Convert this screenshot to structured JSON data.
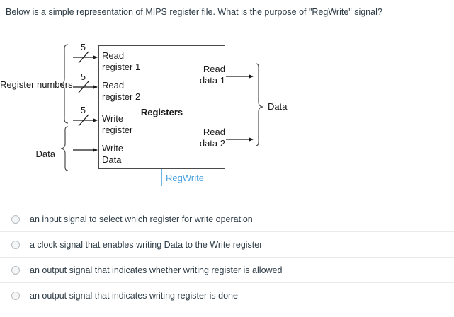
{
  "question": {
    "prompt": "Below is a simple representation of MIPS register file.  What is the purpose of \"RegWrite\" signal?"
  },
  "diagram": {
    "block_title": "Registers",
    "input_group_label": "Register numbers",
    "data_input_label": "Data",
    "output_group_label": "Data",
    "control_signal_label": "RegWrite",
    "control_signal_color": "#4aa3e0",
    "box_border_color": "#4a4a4a",
    "inputs": [
      {
        "label_line1": "Read",
        "label_line2": "register 1",
        "bus_width": "5"
      },
      {
        "label_line1": "Read",
        "label_line2": "register 2",
        "bus_width": "5"
      },
      {
        "label_line1": "Write",
        "label_line2": "register",
        "bus_width": "5"
      },
      {
        "label_line1": "Write",
        "label_line2": "Data",
        "bus_width": ""
      }
    ],
    "outputs": [
      {
        "label_line1": "Read",
        "label_line2": "data 1"
      },
      {
        "label_line1": "Read",
        "label_line2": "data 2"
      }
    ]
  },
  "answers": {
    "options": [
      {
        "label": "an input signal to select which register for write operation",
        "selected": false
      },
      {
        "label": "a clock signal that enables writing Data to the Write register",
        "selected": false
      },
      {
        "label": "an output signal that indicates whether writing register is allowed",
        "selected": false
      },
      {
        "label": "an output signal that indicates writing register is done",
        "selected": false
      }
    ]
  }
}
